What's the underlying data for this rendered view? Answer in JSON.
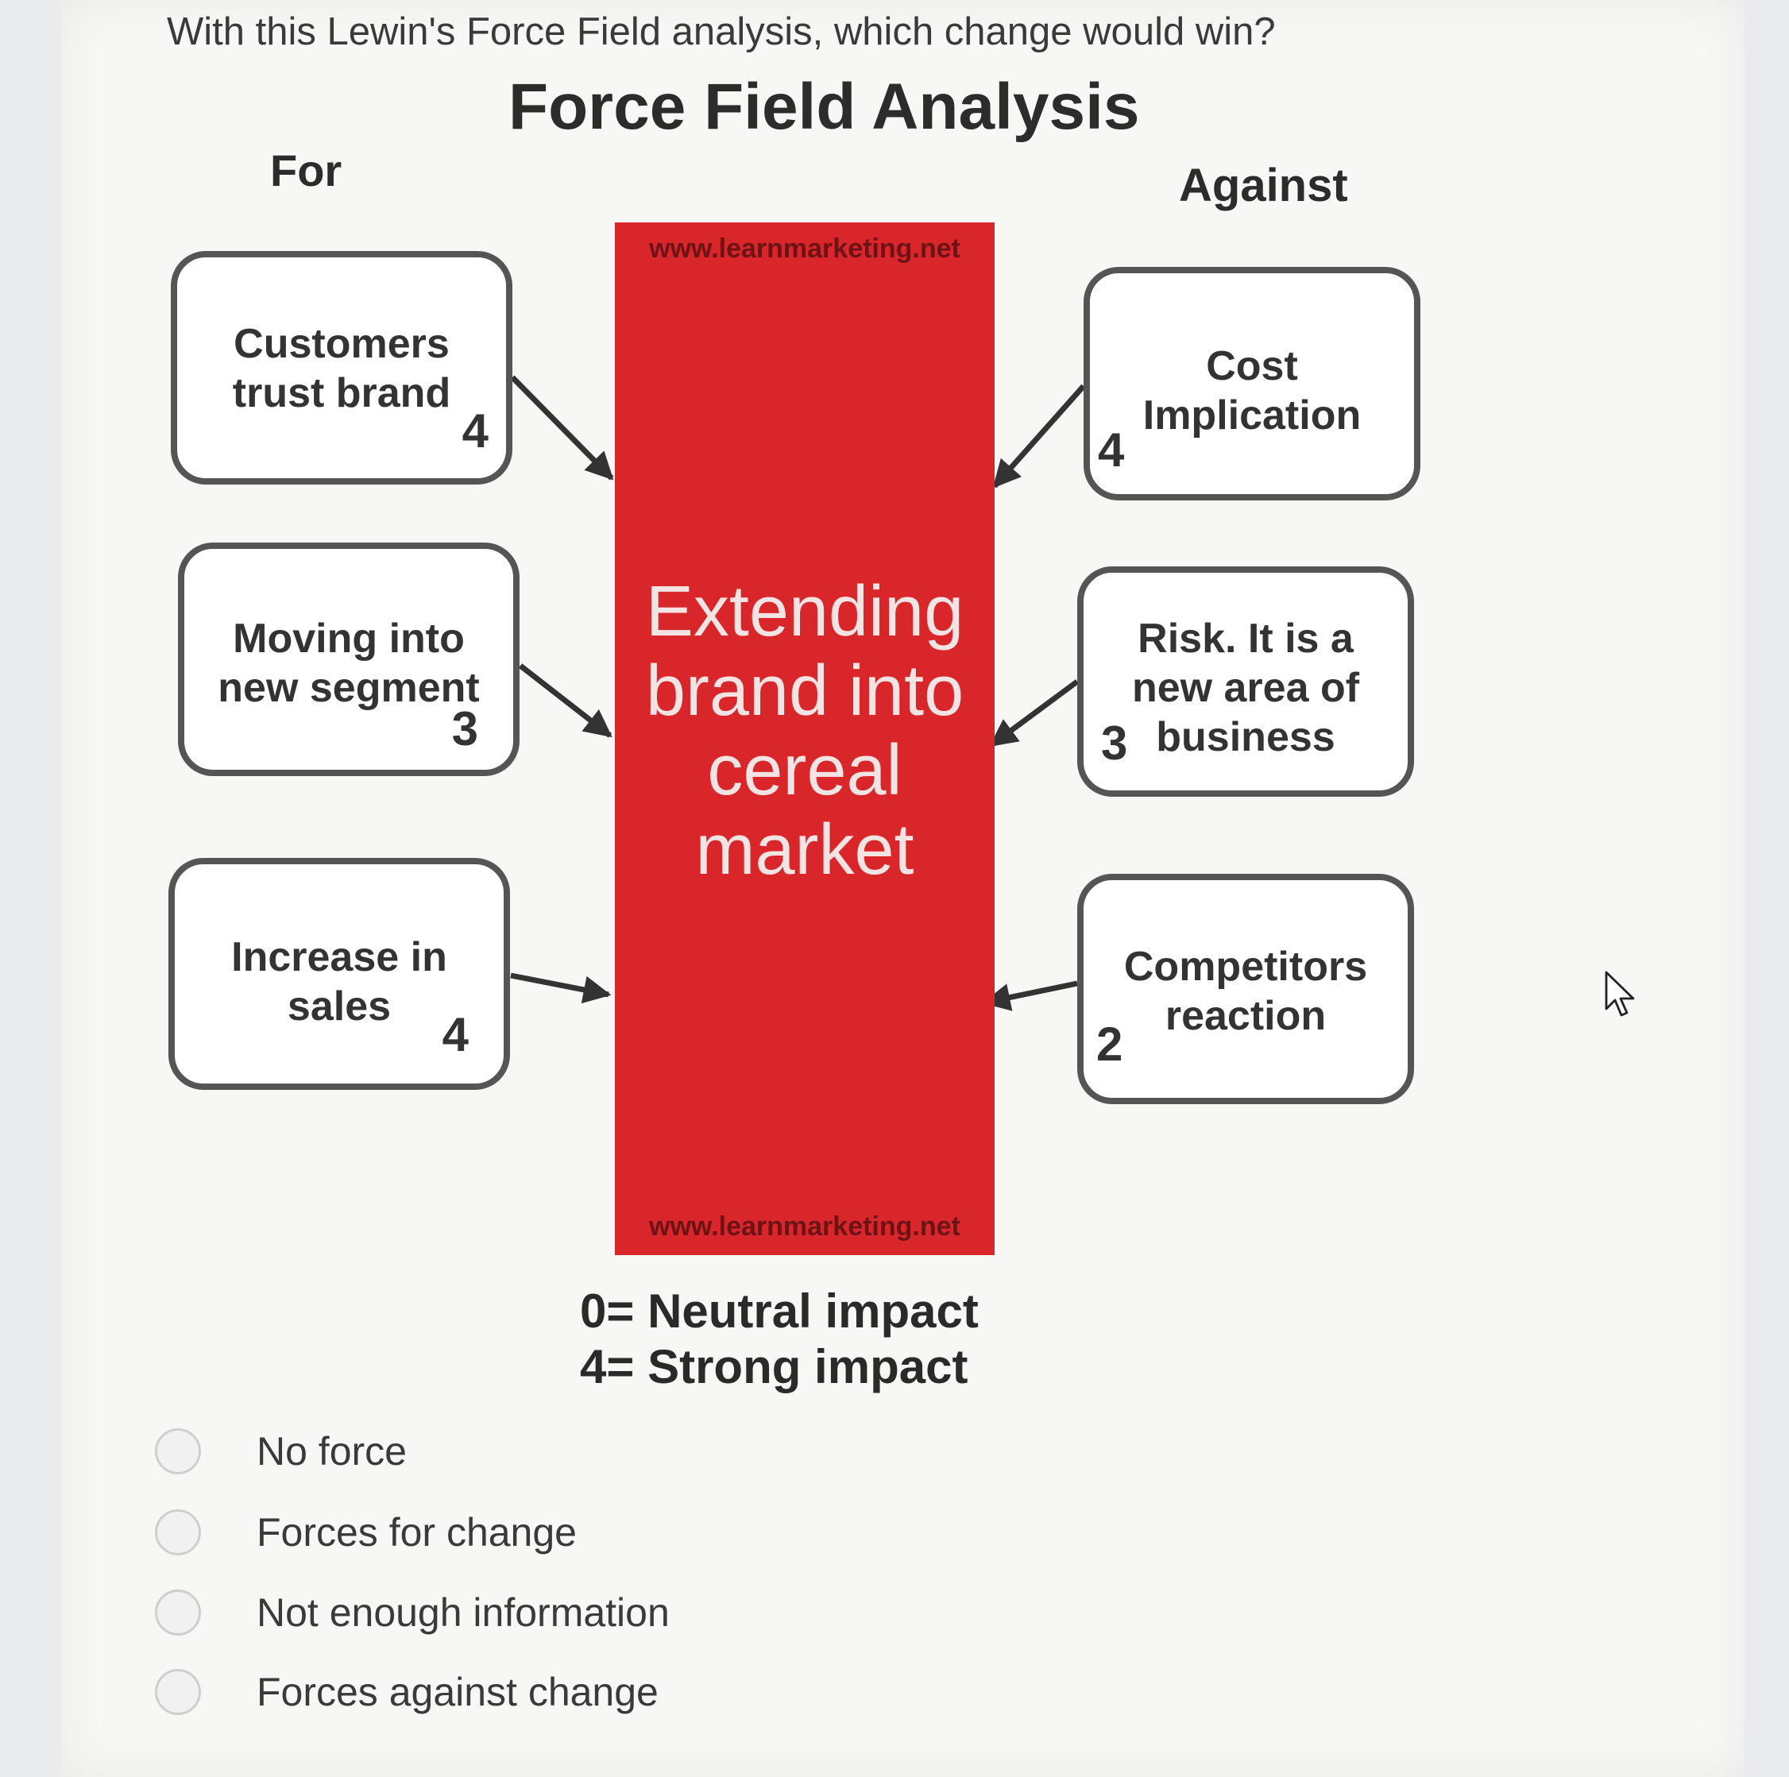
{
  "question": {
    "text": "With this Lewin's Force Field analysis, which change would win?"
  },
  "diagram": {
    "title": "Force Field Analysis",
    "for_label": "For",
    "against_label": "Against",
    "change": {
      "label": "Extending brand into cereal market",
      "watermark_top": "www.learnmarketing.net",
      "watermark_bottom": "www.learnmarketing.net"
    },
    "forces_for": [
      {
        "label": "Customers trust brand",
        "score": "4"
      },
      {
        "label": "Moving into new segment",
        "score": "3"
      },
      {
        "label": "Increase in sales",
        "score": "4"
      }
    ],
    "forces_against": [
      {
        "label": "Cost Implication",
        "score": "4"
      },
      {
        "label": "Risk. It is a new area of business",
        "score": "3"
      },
      {
        "label": "Competitors reaction",
        "score": "2"
      }
    ],
    "legend": [
      "0= Neutral impact",
      "4= Strong impact"
    ],
    "colors": {
      "change_block": "#d9262a",
      "box_border": "#555555",
      "arrow": "#333333"
    }
  },
  "answer_options": [
    {
      "label": "No force",
      "selected": false
    },
    {
      "label": "Forces for change",
      "selected": false
    },
    {
      "label": "Not enough information",
      "selected": false
    },
    {
      "label": "Forces against change",
      "selected": false
    }
  ],
  "icons": {
    "cursor": "mouse-pointer-icon",
    "option": "radio-button-icon"
  }
}
